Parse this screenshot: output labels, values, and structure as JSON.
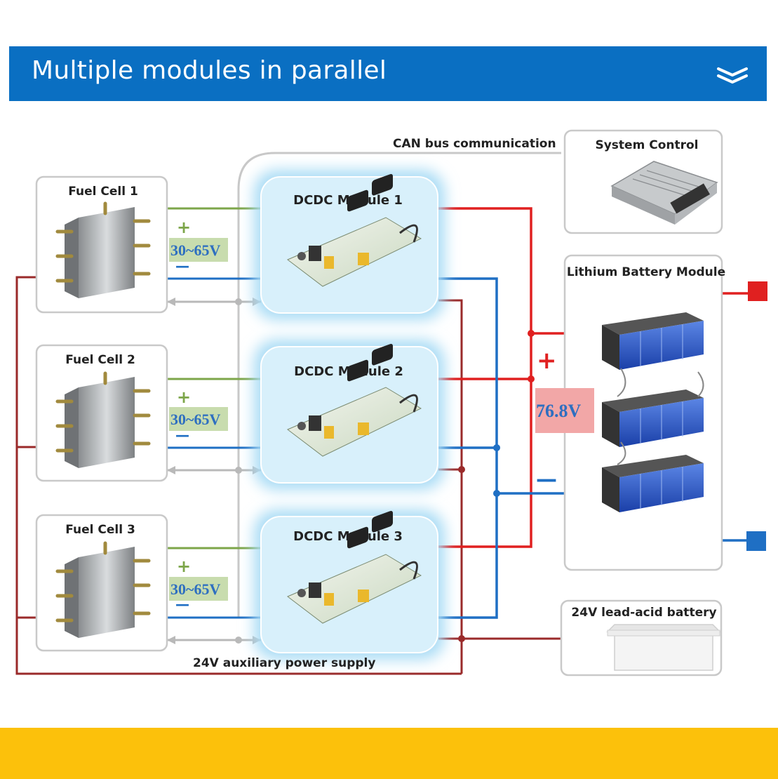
{
  "header": {
    "title": "Multiple modules in parallel",
    "icon": "double-chevron-down-icon"
  },
  "diagram": {
    "can_bus_label": "CAN bus communication",
    "aux_supply_label": "24V auxiliary power supply",
    "system_control": {
      "label": "System Control",
      "icon": "controller-ecu-icon"
    },
    "lithium": {
      "label": "Lithium Battery Module",
      "plus": "+",
      "minus": "—",
      "voltage": "76.8V",
      "icon": "battery-pack-icon"
    },
    "lead_acid": {
      "label": "24V lead-acid battery",
      "icon": "lead-acid-battery-icon"
    },
    "fuel_cells": [
      {
        "label": "Fuel Cell 1",
        "plus": "+",
        "minus": "—",
        "voltage": "30~65V"
      },
      {
        "label": "Fuel Cell 2",
        "plus": "+",
        "minus": "—",
        "voltage": "30~65V"
      },
      {
        "label": "Fuel Cell 3",
        "plus": "+",
        "minus": "—",
        "voltage": "30~65V"
      }
    ],
    "modules": [
      {
        "label": "DCDC Module 1"
      },
      {
        "label": "DCDC Module 2"
      },
      {
        "label": "DCDC Module 3"
      }
    ],
    "colors": {
      "header_blue": "#0a6fc2",
      "footer_yellow": "#fcc10b",
      "positive_wire": "#e02020",
      "negative_wire": "#1f6fc4",
      "aux_wire": "#9a2a2a",
      "fuel_wire": "#7da64a",
      "can_wire": "#c8c8c8",
      "voltage_tag_fuel": "#c8dcae",
      "voltage_tag_lithium": "#f2a7a7"
    }
  }
}
